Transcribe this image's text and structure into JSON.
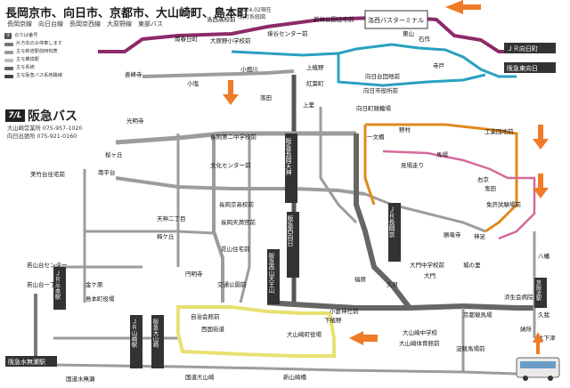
{
  "header": {
    "title": "長岡京市、向日市、京都市、大山崎町、島本町",
    "subtitle": "長岡京線　向日台線　長岡京西線　大原野線　東部バス",
    "date": "2024.02現在",
    "date_sub": "運行系統図"
  },
  "legend": {
    "items": [
      {
        "label": "のりば番号",
        "color": "#333333"
      },
      {
        "label": "片方向のみ停車します",
        "color": "#777777"
      },
      {
        "label": "主な新道駅前時刻表",
        "color": "#999999"
      },
      {
        "label": "主な乗換駅",
        "color": "#bbbbbb"
      },
      {
        "label": "主な系統",
        "color": "#666666"
      },
      {
        "label": "主な阪急バス系統路線",
        "color": "#444444"
      }
    ]
  },
  "brand": {
    "mark": "7/L",
    "name": "阪急バス",
    "offices": [
      {
        "name": "大山崎営業所",
        "phone": "075-957-1020"
      },
      {
        "name": "向日出張所",
        "phone": "075-921-0160"
      }
    ]
  },
  "stations": {
    "jr_mukomachi": "ＪＲ向日町",
    "hankyu_higashi_mukou": "阪急東向日",
    "hankyu_nagaoka_tenjin": "阪急長岡天神",
    "jr_nagaokakyo": "ＪＲ長岡京",
    "jr_yamazaki": "ＪＲ山崎駅",
    "jr_shimamoto": "ＪＲ島本駅",
    "hankyu_oyamazaki": "阪急大山崎",
    "hankyu_nishiyama_tennozan": "阪急西山天王山",
    "hankyu_minase": "阪急水無瀬駅",
    "keihan_yodo": "京阪淀駅",
    "hankyu_nishimuko": "阪急西向日",
    "rakusai_bt": "洛西バスターミナル"
  },
  "stops": {
    "rakusai_koko": "洛西高校前",
    "shinrin_koen": "新林公園住宅前",
    "sakaidani": "境谷センター前",
    "nankun": "南春日町",
    "ohara_school": "大原野小学校前",
    "yoshimine": "善峰寺",
    "komine": "小塩",
    "komine2": "小畑川",
    "ishizukuri": "石作",
    "higashisama": "東山",
    "teramae": "寺戸",
    "kaminoda": "上植野",
    "mukou_danchi": "向日台団地前",
    "mukou_jokaku": "向日市役所前",
    "mukou_hp": "向日町競輪場",
    "ochinoda": "落田",
    "kamiyama": "上里",
    "kobaka": "紅葉町",
    "nagaoka_sc": "長岡第二中学校前",
    "nagaoka_culture": "文化センター前",
    "koyodai": "光明寺",
    "ikkumon": "一文橋",
    "nomura": "野村",
    "mitsunomiya": "見場走り",
    "umamachi": "馬場",
    "kougyo_danchi": "工業団地前",
    "unten_menkyo": "免許試験場前",
    "kamino": "神足",
    "shiro_zato": "城の里",
    "okura": "大門",
    "ukyo": "右京",
    "ujii": "鬼田",
    "higashi_doori": "勝竜寺",
    "sakuragaoka": "桜ヶ丘",
    "minamidai": "南平台",
    "bishodai": "美竹台住宅前",
    "koyodai_tenjin": "天神二丁目",
    "umegaoka": "梅ケ丘",
    "hatagaoka": "花山住宅前",
    "kotoku": "長岡天満宮前",
    "nagaoka_hs": "長岡京高校前",
    "wakamatsu": "若山台センター",
    "wakayama": "若山台一丁目",
    "kanayama": "金ケ原",
    "shimamoto_to": "島本町役場",
    "kotoshi": "交通公園前",
    "enmyoji": "円明寺",
    "oyamazaki_yakuba": "大山崎町役場",
    "oyamazaki_fuji": "大山崎体育館前",
    "tsugita": "自治会館前",
    "nishidoori": "西国街道",
    "kyuzaki": "久貝",
    "fukuhara": "福原",
    "tenjin_sc": "大門中学校前",
    "shin_oyamazaki": "新山崎橋",
    "kokudo_oyamazaki": "国道大山崎",
    "kokudo_shiraminase": "国道水無瀬",
    "yawata": "下植野",
    "kohata": "小倉神社前",
    "oyamazaki_sc": "大山崎中学校",
    "yodo_sc": "淀競馬場前",
    "kyodo": "京都競馬場",
    "kumano": "久我",
    "saiseidai": "済生会病院",
    "hachiman": "八幡",
    "takeda": "納所",
    "okubo": "大下津"
  },
  "route_colors": {
    "purple": "#8c2a6a",
    "teal": "#2aa0c0",
    "orange": "#e08a1e",
    "pink": "#d46a9a",
    "yellow": "#e8e070",
    "gray": "#9c9c9c",
    "dark": "#555555",
    "highlight": "#f07b28"
  }
}
